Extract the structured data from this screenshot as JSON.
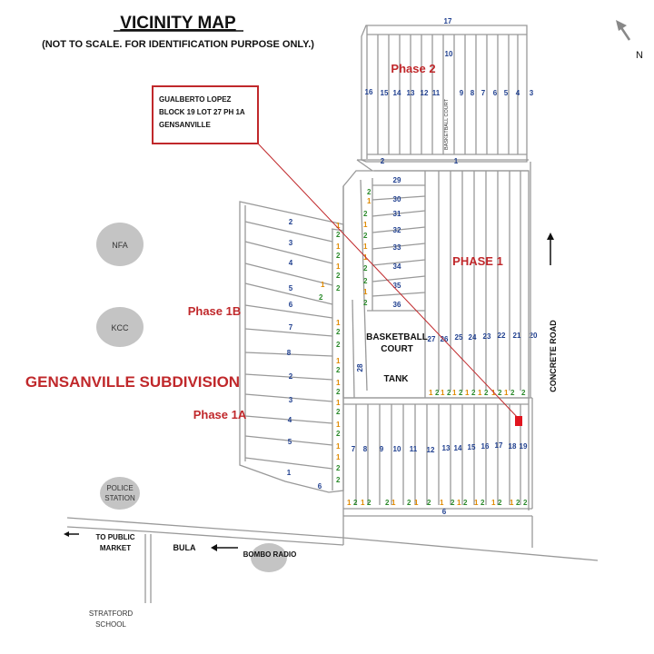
{
  "header": {
    "title": "VICINITY MAP",
    "subtitle": "(NOT TO SCALE. FOR IDENTIFICATION PURPOSE ONLY.)"
  },
  "north": {
    "label": "N"
  },
  "callout": {
    "line1": "GUALBERTO LOPEZ",
    "line2": "BLOCK 19 LOT 27 PH 1A",
    "line3": "GENSANVILLE"
  },
  "phases": {
    "phase2": "Phase 2",
    "phase1": "PHASE 1",
    "phase1b": "Phase 1B",
    "phase1a": "Phase 1A"
  },
  "subdivision": "GENSANVILLE SUBDIVISION",
  "landmarks": {
    "nfa": "NFA",
    "kcc": "KCC",
    "police1": "POLICE",
    "police2": "STATION",
    "bombo": "BOMBO RADIO",
    "stratford1": "STRATFORD",
    "stratford2": "SCHOOL",
    "bula": "BULA",
    "market1": "TO PUBLIC",
    "market2": "MARKET",
    "basketball1": "BASKETBALL",
    "basketball2": "COURT",
    "tank": "TANK",
    "bb_small": "BASKETBALL COURT",
    "concrete": "CONCRETE ROAD"
  },
  "blocks": {
    "phase2_top": "17",
    "phase2_b10": "10",
    "phase2_row": [
      "16",
      "15",
      "14",
      "13",
      "12",
      "11",
      "9",
      "8",
      "7",
      "6",
      "5",
      "4",
      "3"
    ],
    "phase2_b2": "2",
    "phase2_b1": "1",
    "phase1_col": [
      "29",
      "30",
      "31",
      "32",
      "33",
      "34",
      "35",
      "36"
    ],
    "phase1_row": [
      "27",
      "26",
      "25",
      "24",
      "23",
      "22",
      "21",
      "20"
    ],
    "phase1a_row": [
      "7",
      "8",
      "9",
      "10",
      "11",
      "12",
      "13",
      "14",
      "15",
      "16",
      "17",
      "18",
      "19"
    ],
    "road_28": "28",
    "b6_bottom": "6",
    "phase1b": [
      "2",
      "3",
      "4",
      "5",
      "6",
      "7",
      "8",
      "2",
      "3",
      "4",
      "5",
      "1",
      "6"
    ]
  },
  "lots": {
    "one": "1",
    "two": "2"
  },
  "colors": {
    "red": "#c0282b",
    "blue": "#1f3f8f",
    "orange": "#e08a00",
    "green": "#2a8a2a",
    "gray": "#bdbdbd",
    "line": "#8c8c8c"
  }
}
